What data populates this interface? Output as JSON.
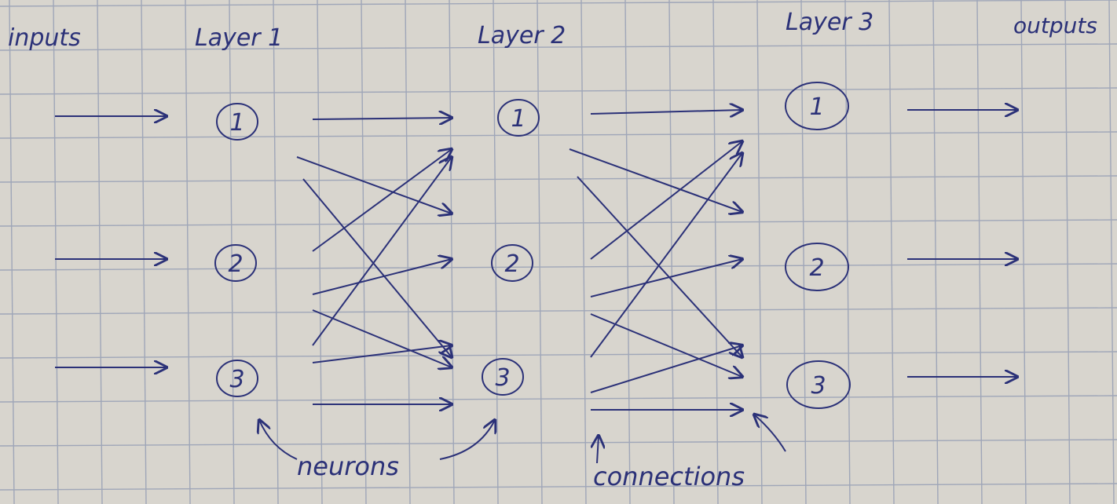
{
  "labels": {
    "inputs": "inputs",
    "layer1": "Layer 1",
    "layer2": "Layer 2",
    "layer3": "Layer 3",
    "outputs": "outputs",
    "neurons": "neurons",
    "connections": "connections"
  },
  "layers": [
    {
      "name": "Layer 1",
      "neurons": [
        "1",
        "2",
        "3"
      ]
    },
    {
      "name": "Layer 2",
      "neurons": [
        "1",
        "2",
        "3"
      ]
    },
    {
      "name": "Layer 3",
      "neurons": [
        "1",
        "2",
        "3"
      ]
    }
  ],
  "colors": {
    "ink": "#2b3178",
    "paper": "#d8d5ce",
    "grid": "#9fa6b8"
  }
}
